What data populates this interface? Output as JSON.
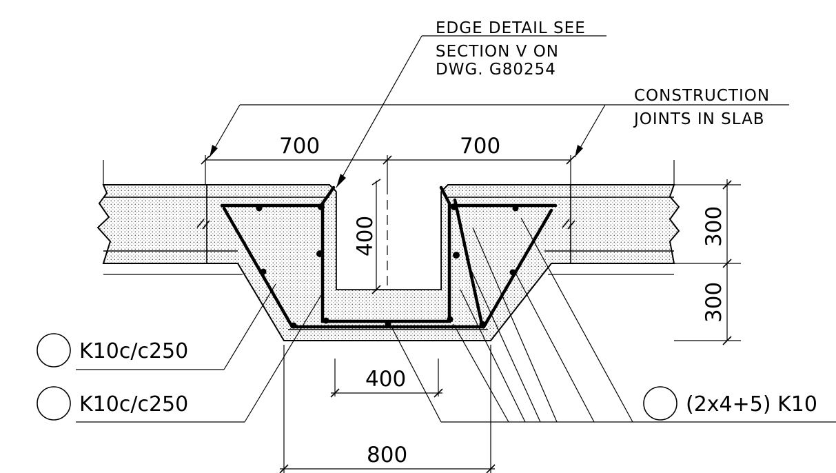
{
  "notes": {
    "edge_detail": [
      "EDGE DETAIL SEE",
      "SECTION V ON",
      "DWG. G80254"
    ],
    "construction_joints": [
      "CONSTRUCTION",
      "JOINTS IN SLAB"
    ]
  },
  "dimensions": {
    "top_left": "700",
    "top_right": "700",
    "recess_depth": "400",
    "slab_thickness": "300",
    "drop_depth": "300",
    "recess_width": "400",
    "bottom_width": "800"
  },
  "bar_labels": {
    "left_1": "K10c/c250",
    "left_2": "K10c/c250",
    "right": "(2x4+5) K10"
  }
}
